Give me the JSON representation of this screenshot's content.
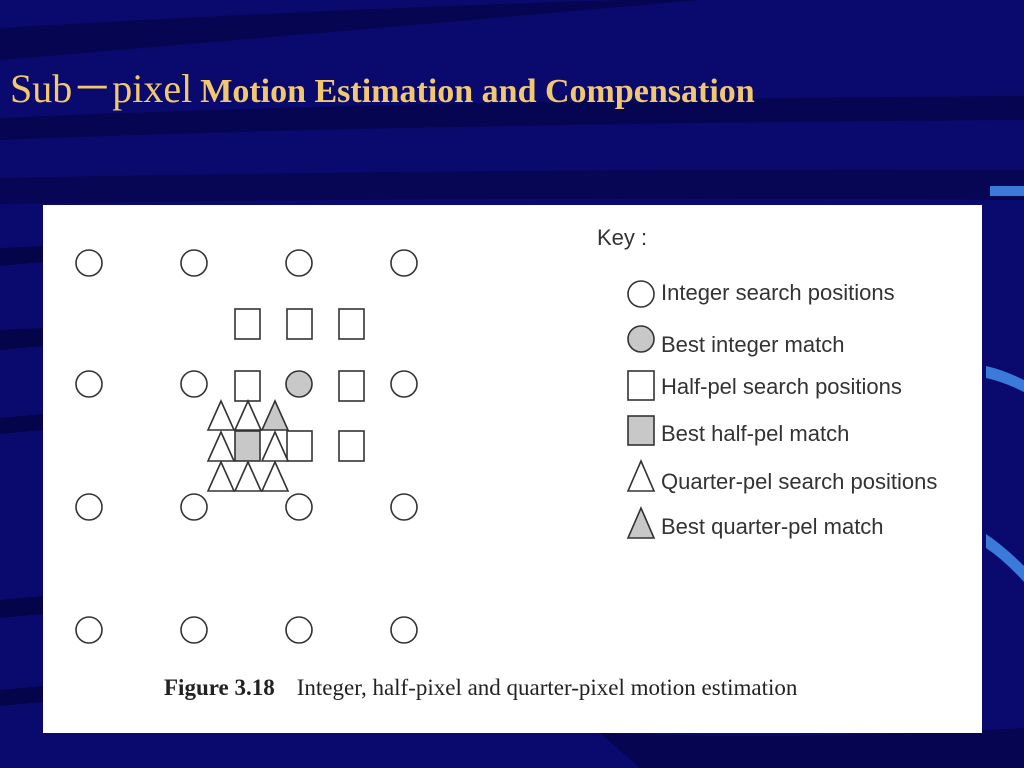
{
  "slide": {
    "title_prefix": "Sub－pixel",
    "title_rest": "Motion Estimation and Compensation",
    "colors": {
      "background": "#0a0a6e",
      "title": "#f2c86e",
      "panel": "#ffffff",
      "fill_gray": "#c8c8c8"
    }
  },
  "figure": {
    "key_title": "Key :",
    "key_items": [
      {
        "icon": "circle-icon",
        "label": "Integer search positions"
      },
      {
        "icon": "filled-circle-icon",
        "label": "Best integer match"
      },
      {
        "icon": "square-icon",
        "label": "Half-pel search positions"
      },
      {
        "icon": "filled-square-icon",
        "label": "Best half-pel match"
      },
      {
        "icon": "triangle-icon",
        "label": "Quarter-pel search positions"
      },
      {
        "icon": "filled-triangle-icon",
        "label": "Best quarter-pel match"
      }
    ],
    "caption_number": "Figure 3.18",
    "caption_text": "Integer, half-pixel and quarter-pixel motion estimation"
  }
}
